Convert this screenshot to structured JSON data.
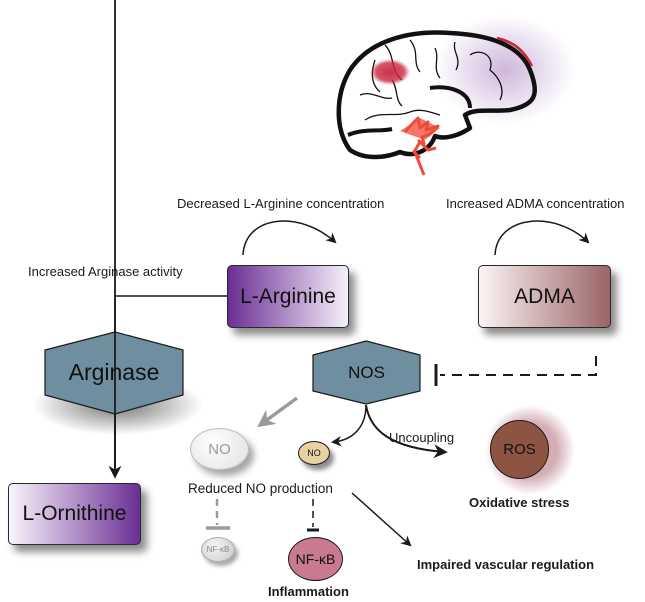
{
  "nodes": {
    "l_arginine": "L-Arginine",
    "adma": "ADMA",
    "arginase": "Arginase",
    "nos": "NOS",
    "l_ornithine": "L-Ornithine",
    "no_reduced": "NO",
    "no_small": "NO",
    "nfkb_inactive": "NF-κB",
    "nfkb_active": "NF-κB",
    "ros": "ROS"
  },
  "labels": {
    "decreased_l_arginine": "Decreased L-Arginine concentration",
    "increased_adma": "Increased ADMA concentration",
    "increased_arginase": "Increased Arginase activity",
    "reduced_no": "Reduced NO production",
    "uncoupling": "Uncoupling",
    "oxidative_stress": "Oxidative stress",
    "impaired_vascular": "Impaired vascular  regulation",
    "inflammation": "Inflammation"
  },
  "colors": {
    "enzyme": "#6f8fa0",
    "arginine_purple": "#6a2e94",
    "adma_brown": "#9a6466",
    "ros_brown": "#8e5443",
    "nfkb_pink": "#c97a8e",
    "no_tan": "#e8d2a2",
    "brain_red": "#c8283e",
    "lesion_red": "#f04a3a"
  }
}
